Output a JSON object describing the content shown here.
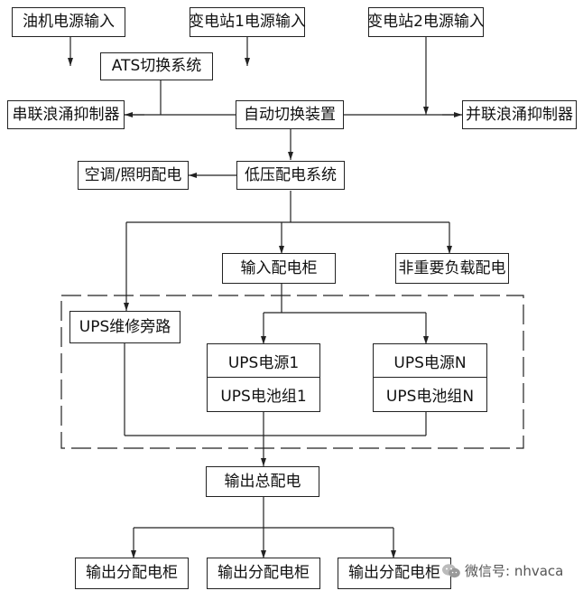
{
  "nodes": {
    "oil_power": "油机电源输入",
    "sub1_power": "变电站1电源输入",
    "sub2_power": "变电站2电源输入",
    "ats": "ATS切换系统",
    "series_surge": "串联浪涌抑制器",
    "auto_switch": "自动切换装置",
    "parallel_surge": "并联浪涌抑制器",
    "ac_light": "空调/照明配电",
    "low_voltage": "低压配电系统",
    "input_cabinet": "输入配电柜",
    "non_critical": "非重要负载配电",
    "ups_bypass": "UPS维修旁路",
    "ups1_power": "UPS电源1",
    "ups1_battery": "UPS电池组1",
    "upsn_power": "UPS电源N",
    "upsn_battery": "UPS电池组N",
    "output_main": "输出总配电",
    "output_sub": [
      "输出分配电柜",
      "输出分配电柜",
      "输出分配电柜"
    ]
  },
  "watermark": {
    "text": "微信号: nhvaca",
    "icon": "wechat-icon"
  }
}
